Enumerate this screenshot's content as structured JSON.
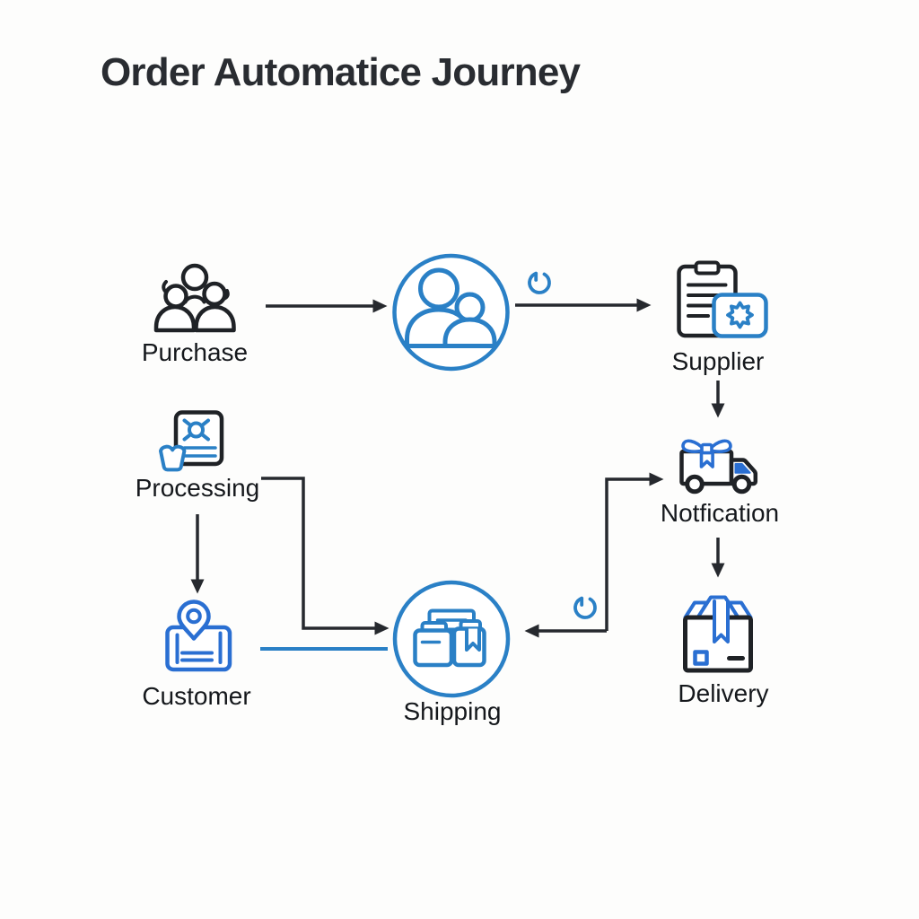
{
  "title": "Order Automatice Journey",
  "colors": {
    "background": "#fdfdfc",
    "title_ink": "#292c31",
    "label_ink": "#15181c",
    "line_ink": "#26292e",
    "icon_ink": "#1f2226",
    "accent_blue": "#2a80c6",
    "accent_blue_bright": "#2a6fd2"
  },
  "nodes": {
    "purchase": {
      "label": "Purchase",
      "icon": "people-group-icon"
    },
    "team_hub": {
      "label": "",
      "icon": "people-pair-circle-icon"
    },
    "supplier": {
      "label": "Supplier",
      "icon": "clipboard-gear-icon"
    },
    "processing": {
      "label": "Processing",
      "icon": "document-scan-basket-icon"
    },
    "notification": {
      "label": "Notfication",
      "icon": "gift-delivery-truck-icon"
    },
    "customer": {
      "label": "Customer",
      "icon": "map-pin-card-icon"
    },
    "shipping_hub": {
      "label": "Shipping",
      "icon": "shopping-bags-circle-icon"
    },
    "delivery": {
      "label": "Delivery",
      "icon": "open-package-box-icon"
    }
  },
  "edges": [
    {
      "from": "Purchase",
      "to": "team-hub",
      "type": "arrow"
    },
    {
      "from": "team-hub",
      "to": "Supplier",
      "type": "arrow",
      "badge": "refresh-icon"
    },
    {
      "from": "Supplier",
      "to": "Notfication",
      "type": "arrow"
    },
    {
      "from": "Processing",
      "to": "Shipping",
      "type": "elbow-arrow"
    },
    {
      "from": "Processing",
      "to": "Customer",
      "type": "arrow"
    },
    {
      "from": "Customer",
      "to": "Shipping",
      "type": "blue-line"
    },
    {
      "from": "Notfication",
      "to": "Shipping",
      "type": "elbow-double-arrow",
      "badge": "refresh-icon"
    },
    {
      "from": "Notfication",
      "to": "Delivery",
      "type": "arrow"
    }
  ]
}
